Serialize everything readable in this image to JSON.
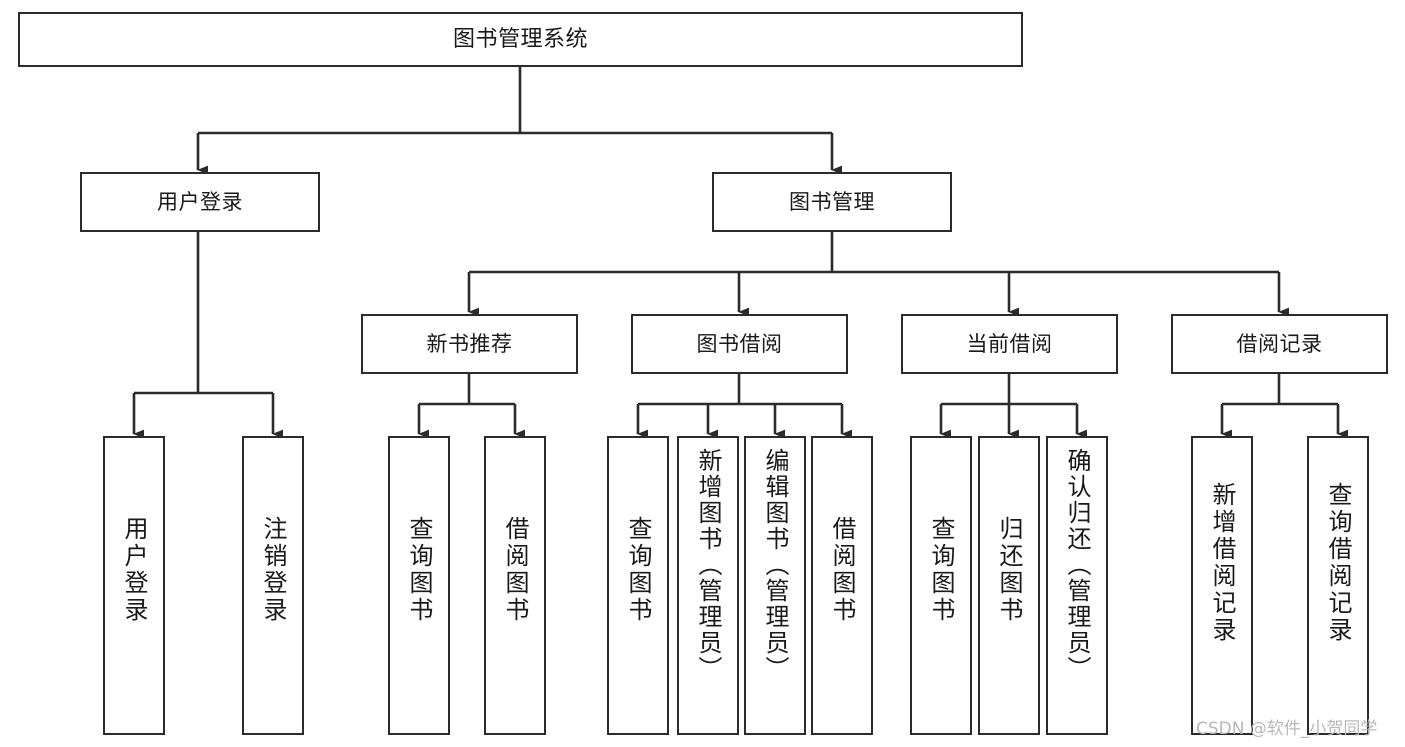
{
  "diagram": {
    "title": "图书管理系统",
    "type": "tree",
    "orientation": "top-down",
    "colors": {
      "box_border": "#2b2b2b",
      "box_fill": "#ffffff",
      "connector": "#2b2b2b",
      "text": "#1a1a1a",
      "watermark": "#b9b9b9",
      "background": "#ffffff"
    }
  },
  "watermark": {
    "text": "CSDN @软件_小贺同学"
  },
  "nodes": {
    "root": {
      "label": "图书管理系统",
      "level": 1
    },
    "level2": [
      {
        "id": "user-login",
        "label": "用户登录"
      },
      {
        "id": "book-management",
        "label": "图书管理"
      }
    ],
    "level3": [
      {
        "id": "new-book-recommend",
        "label": "新书推荐",
        "parent": "book-management"
      },
      {
        "id": "book-borrow",
        "label": "图书借阅",
        "parent": "book-management"
      },
      {
        "id": "current-borrow",
        "label": "当前借阅",
        "parent": "book-management"
      },
      {
        "id": "borrow-record",
        "label": "借阅记录",
        "parent": "book-management"
      }
    ],
    "leaves": [
      {
        "id": "leaf-user-login",
        "label": "用户登录",
        "parent": "user-login"
      },
      {
        "id": "leaf-logout-login",
        "label": "注销登录",
        "parent": "user-login"
      },
      {
        "id": "leaf-query-book-1",
        "label": "查询图书",
        "parent": "new-book-recommend"
      },
      {
        "id": "leaf-borrow-book-1",
        "label": "借阅图书",
        "parent": "new-book-recommend"
      },
      {
        "id": "leaf-query-book-2",
        "label": "查询图书",
        "parent": "book-borrow"
      },
      {
        "id": "leaf-add-book",
        "label": "新增图书（管理员）",
        "parent": "book-borrow"
      },
      {
        "id": "leaf-edit-book",
        "label": "编辑图书（管理员）",
        "parent": "book-borrow"
      },
      {
        "id": "leaf-borrow-book-2",
        "label": "借阅图书",
        "parent": "book-borrow"
      },
      {
        "id": "leaf-query-book-3",
        "label": "查询图书",
        "parent": "current-borrow"
      },
      {
        "id": "leaf-return-book",
        "label": "归还图书",
        "parent": "current-borrow"
      },
      {
        "id": "leaf-confirm-return",
        "label": "确认归还（管理员）",
        "parent": "current-borrow"
      },
      {
        "id": "leaf-add-record",
        "label": "新增借阅记录",
        "parent": "borrow-record"
      },
      {
        "id": "leaf-query-record",
        "label": "查询借阅记录",
        "parent": "borrow-record"
      }
    ]
  }
}
